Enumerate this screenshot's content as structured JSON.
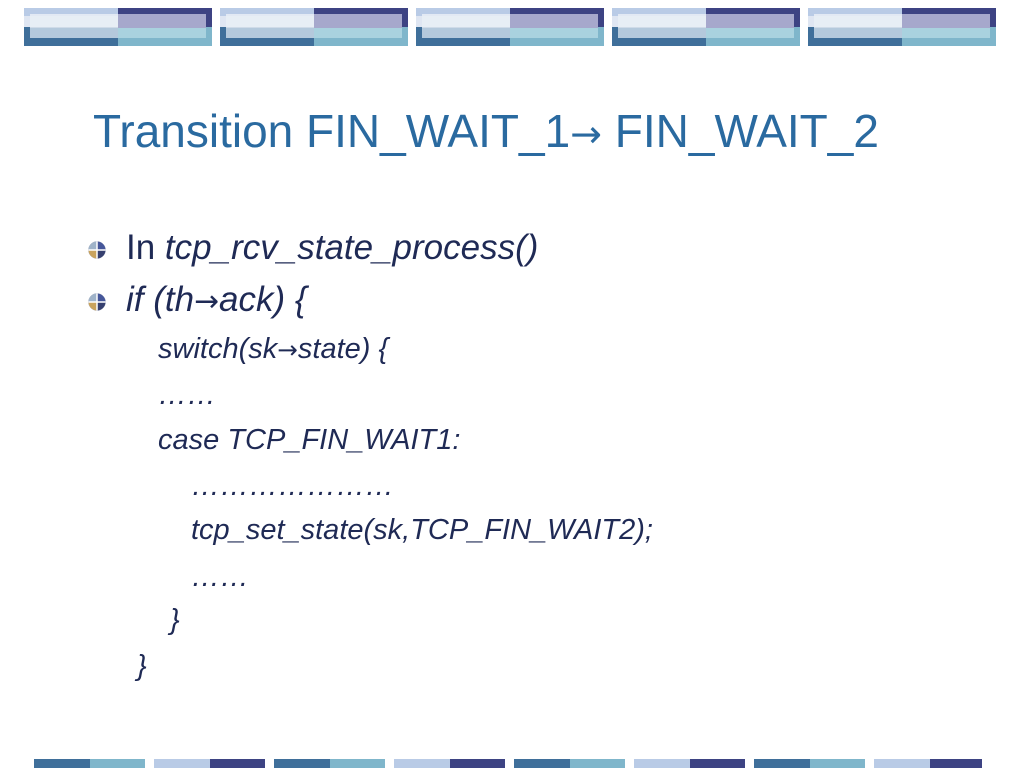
{
  "slide": {
    "title_start": "Transition FIN_WAIT_1",
    "title_arrow": "→",
    "title_end": " FIN_WAIT_2",
    "bullets": [
      {
        "prefix": "In ",
        "code": "tcp_rcv_state_process()"
      },
      {
        "code_a": "if (th",
        "arrow": "→",
        "code_b": "ack) {"
      }
    ],
    "code_lines": [
      {
        "part_a": "switch(sk",
        "arrow": "→",
        "part_b": "state) {"
      },
      {
        "text": "……"
      },
      {
        "text": "case TCP_FIN_WAIT1:"
      },
      {
        "text": "…………………"
      },
      {
        "text": "tcp_set_state(sk,TCP_FIN_WAIT2);"
      },
      {
        "text": "……"
      },
      {
        "text": "}"
      },
      {
        "text": "}"
      }
    ]
  },
  "colors": {
    "title": "#2a6aa0",
    "text": "#1f2a55",
    "band_dark": "#3d4383",
    "band_teal": "#3f6f9a",
    "band_light": "#7fb6cb",
    "band_pale": "#b9cbe6"
  }
}
